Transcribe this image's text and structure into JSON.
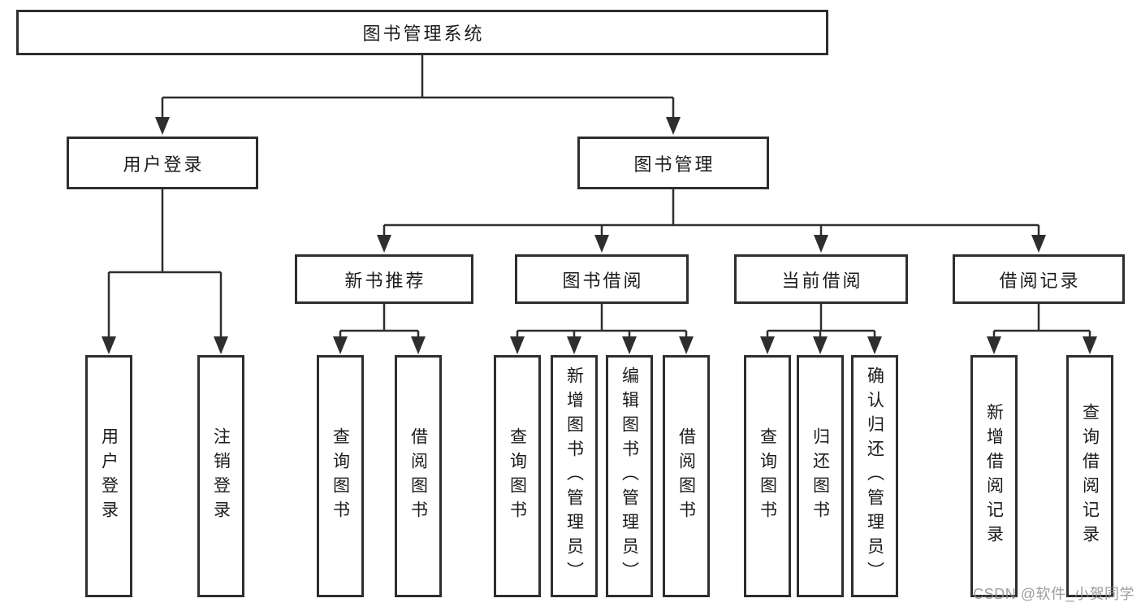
{
  "diagram": {
    "root": {
      "label": "图书管理系统"
    },
    "branches": [
      {
        "label": "用户登录",
        "children": [
          {
            "label": "用户登录"
          },
          {
            "label": "注销登录"
          }
        ]
      },
      {
        "label": "图书管理",
        "children": [
          {
            "label": "新书推荐",
            "children": [
              {
                "label": "查询图书"
              },
              {
                "label": "借阅图书"
              }
            ]
          },
          {
            "label": "图书借阅",
            "children": [
              {
                "label": "查询图书"
              },
              {
                "label": "新增图书（管理员）"
              },
              {
                "label": "编辑图书（管理员）"
              },
              {
                "label": "借阅图书"
              }
            ]
          },
          {
            "label": "当前借阅",
            "children": [
              {
                "label": "查询图书"
              },
              {
                "label": "归还图书"
              },
              {
                "label": "确认归还（管理员）"
              }
            ]
          },
          {
            "label": "借阅记录",
            "children": [
              {
                "label": "新增借阅记录"
              },
              {
                "label": "查询借阅记录"
              }
            ]
          }
        ]
      }
    ]
  },
  "watermark": {
    "text": "CSDN @软件_小贺同学"
  },
  "colors": {
    "line": "#2e2e2e",
    "box_border": "#2e2e2e",
    "text": "#1b1b1b",
    "watermark": "#8c8c8c",
    "background": "#ffffff"
  }
}
